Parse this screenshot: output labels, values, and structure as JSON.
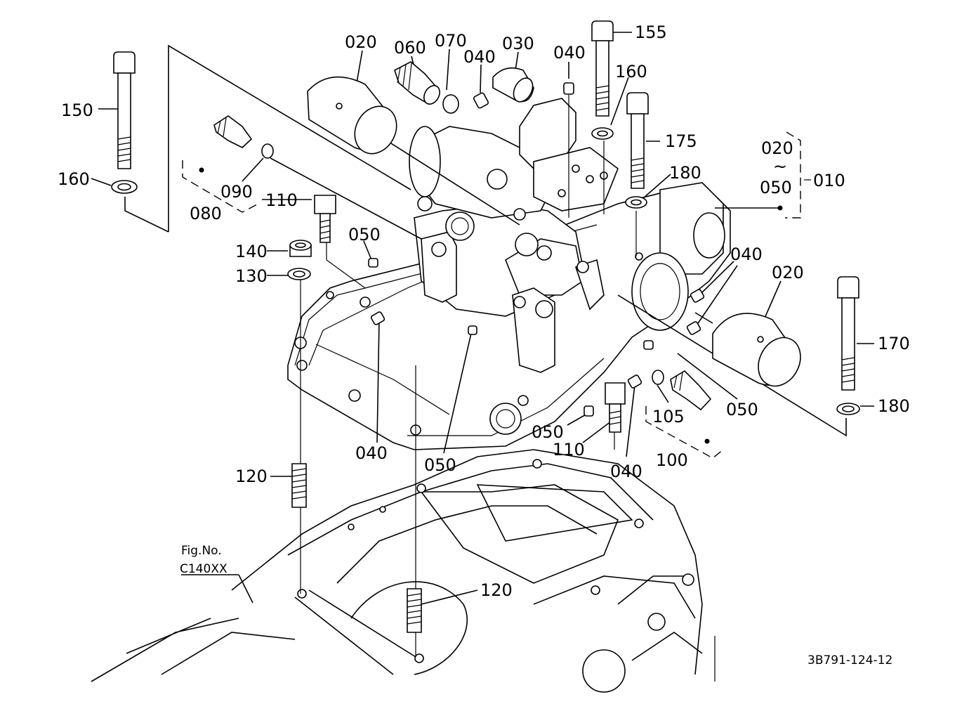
{
  "labels": {
    "p020a": "020",
    "p060": "060",
    "p070": "070",
    "p040a": "040",
    "p030": "030",
    "p040b": "040",
    "p155": "155",
    "p160a": "160",
    "p150": "150",
    "p175": "175",
    "p020r": "020",
    "p050r": "050",
    "p010": "010",
    "p160b": "160",
    "p090": "090",
    "p080": "080",
    "p110a": "110",
    "p180a": "180",
    "p050a": "050",
    "p140": "140",
    "p130": "130",
    "p040c": "040",
    "p020b": "020",
    "p170": "170",
    "p180b": "180",
    "p050b": "050",
    "p105": "105",
    "p040d": "040",
    "p050c": "050",
    "p110b": "110",
    "p100": "100",
    "p040e": "040",
    "p050d": "050",
    "p120a": "120",
    "p120b": "120"
  },
  "range_tilde": "~",
  "figref": {
    "line1": "Fig.No.",
    "line2": "C140XX"
  },
  "drawing_number": "3B791-124-12"
}
